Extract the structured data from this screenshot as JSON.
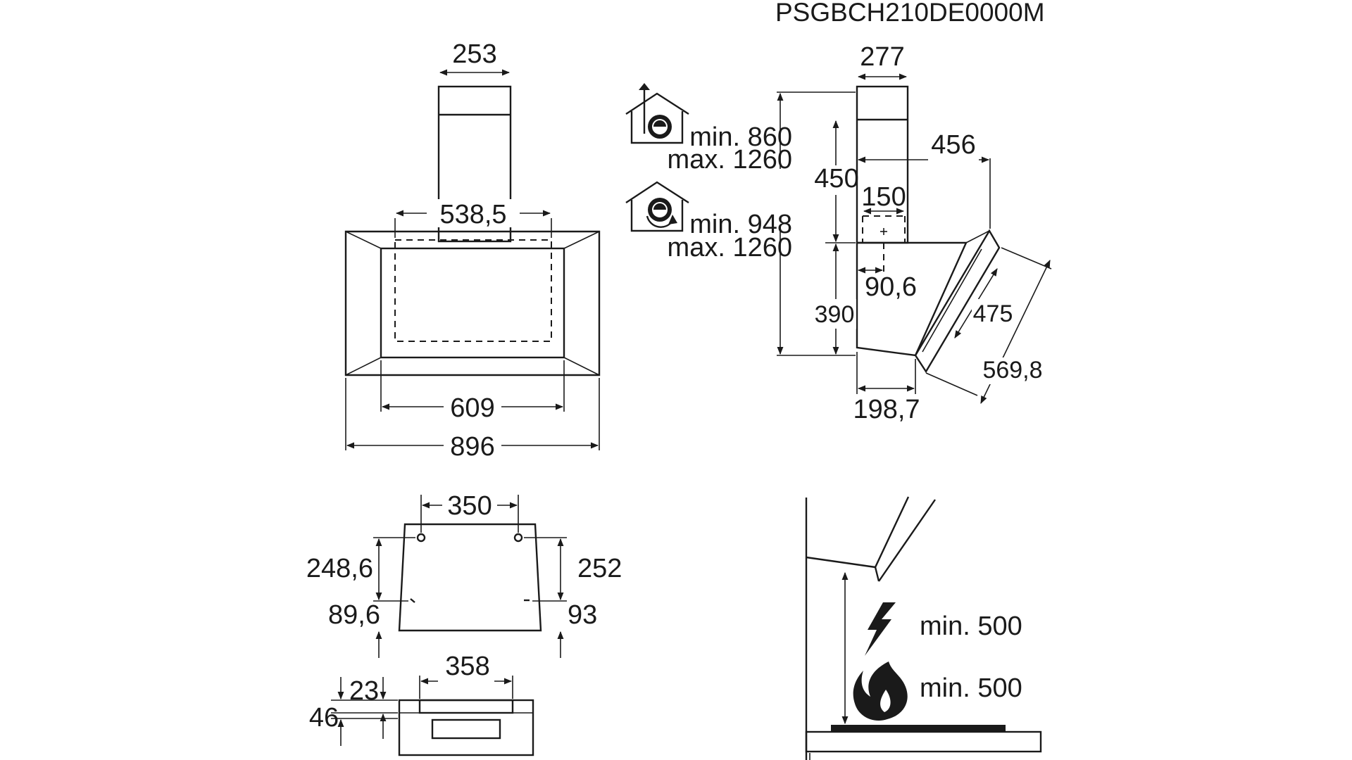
{
  "model_code": "PSGBCH210DE0000M",
  "front_view": {
    "chimney_width": "253",
    "inner_cutout_width": "538,5",
    "glass_width": "609",
    "total_width": "896"
  },
  "side_view": {
    "chimney_depth": "277",
    "extraction": {
      "icon": "house-fan-extraction-icon",
      "min": "min. 860",
      "max": "max. 1260"
    },
    "recirculation": {
      "icon": "house-fan-recirculation-icon",
      "min": "min. 948",
      "max": "max. 1260"
    },
    "chimney_lower_height": "450",
    "total_depth": "456",
    "outlet_offset": "150",
    "outlet_center": "90,6",
    "body_height": "390",
    "panel_inner": "475",
    "panel_outer": "569,8",
    "bottom_depth": "198,7"
  },
  "bracket_view": {
    "hole_spacing": "350",
    "left_upper_height": "248,6",
    "right_upper_height": "252",
    "left_lower_height": "89,6",
    "right_lower_height": "93",
    "bottom_width": "358",
    "top_offset": "23",
    "bottom_offset": "46"
  },
  "clearance_view": {
    "electric_icon": "lightning-icon",
    "electric_min": "min. 500",
    "gas_icon": "flame-icon",
    "gas_min": "min. 500"
  }
}
